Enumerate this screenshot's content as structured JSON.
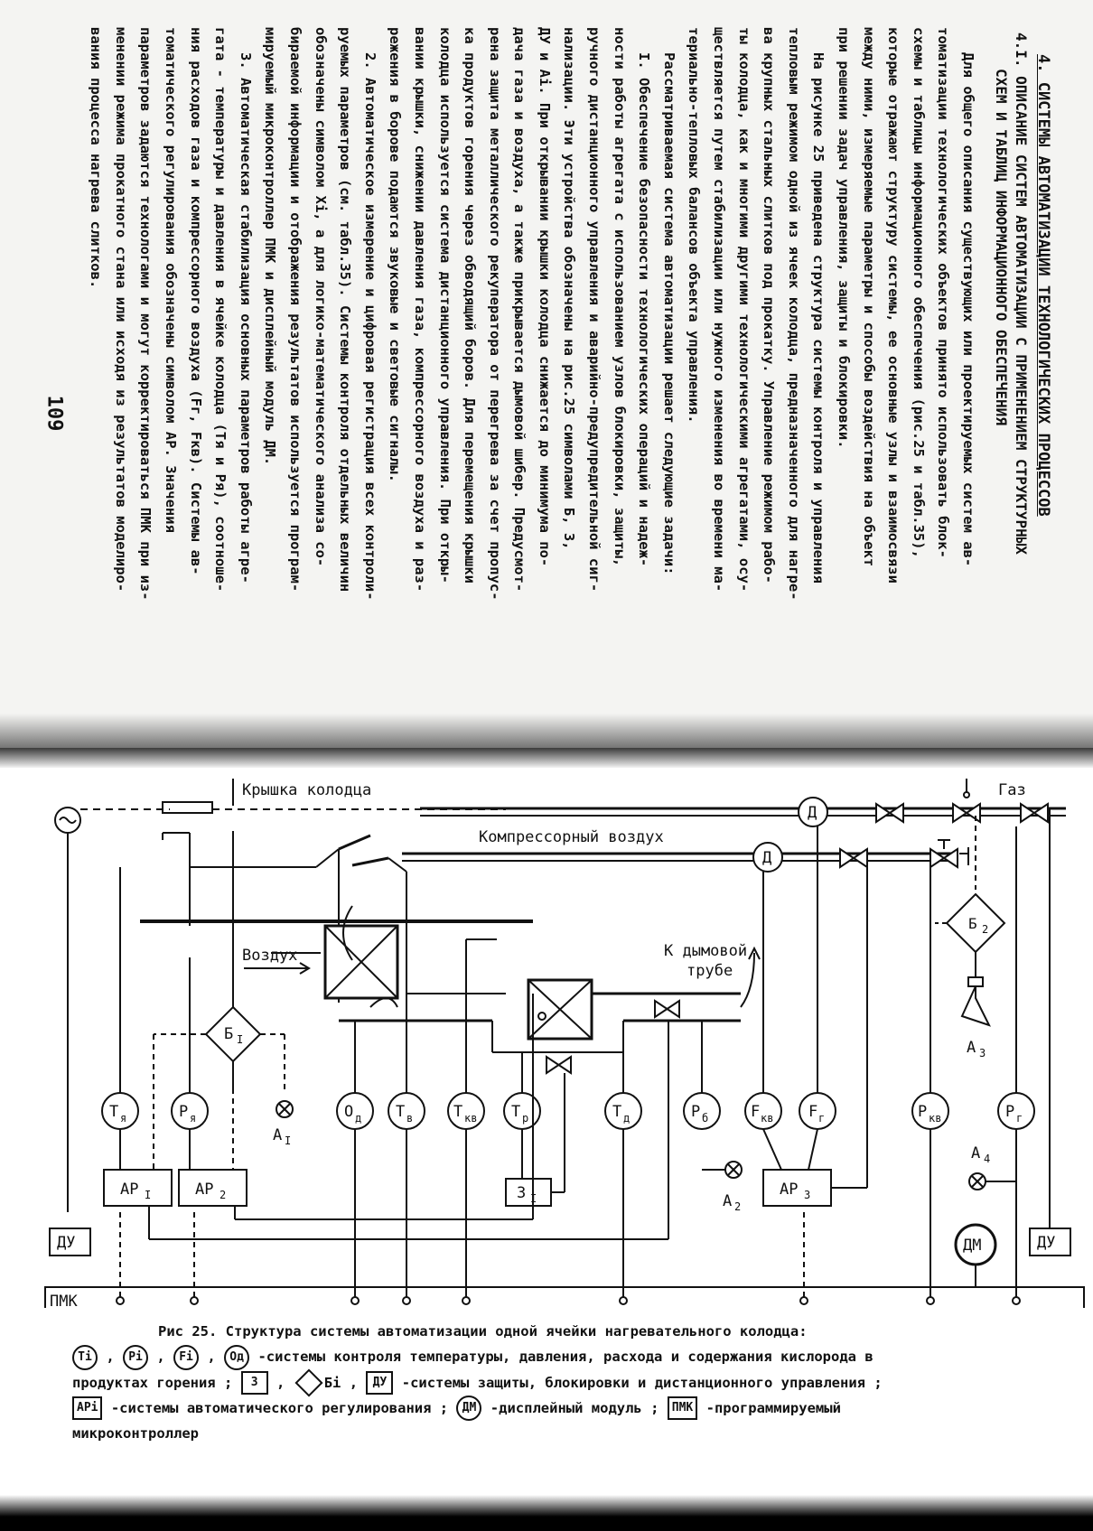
{
  "top_page": {
    "chapter_heading": "4. СИСТЕМЫ АВТОМАТИЗАЦИИ ТЕХНОЛОГИЧЕСКИХ ПРОЦЕССОВ",
    "section_heading_1": "4.I. ОПИСАНИЕ СИСТЕМ АВТОМАТИЗАЦИИ С ПРИМЕНЕНИЕМ СТРУКТУРНЫХ",
    "section_heading_2": "СХЕМ И ТАБЛИЦ ИНФОРМАЦИОННОГО ОБЕСПЕЧЕНИЯ",
    "lines": [
      "Для общего описания существующих или проектируемых систем ав-",
      "томатизации технологических объектов принято использовать блок-",
      "схемы и таблицы информационного обеспечения (рис.25 и табл.35),",
      "которые отражают структуру системы, ее основные узлы и взаимосвязи",
      "между ними, измеряемые параметры и способы воздействия на объект",
      "при решении задач управления, защиты и блокировки.",
      "На рисунке 25 приведена структура системы контроля и управления",
      "тепловым режимом одной из ячеек колодца, предназначенного для нагре-",
      "ва крупных стальных слитков под прокатку. Управление режимом рабо-",
      "ты колодца, как и многими другими технологическими агрегатами, осу-",
      "ществляется путем стабилизации или нужного изменения во времени ма-",
      "териально-тепловых балансов объекта управления.",
      "Рассматриваемая система автоматизации решает следующие задачи:",
      "I. Обеспечение безопасности технологических операций и надеж-",
      "ности работы агрегата с использованием узлов блокировки, защиты,",
      "ручного дистанционного управления и аварийно-предупредительной сиг-",
      "нализации. Эти устройства обозначены на рис.25 символами Б, З,",
      "ДУ и Аi. При открывании крышки колодца снижается до минимума по-",
      "дача газа и воздуха, а также прикрывается дымовой шибер. Предусмот-",
      "рена защита металлического рекуператора от перегрева за счет пропус-",
      "ка продуктов горения через обводящий боров. Для перемещения крышки",
      "колодца используется система дистанционного управления. При откры-",
      "вании крышки, снижении давления газа, компрессорного воздуха и раз-",
      "режения в борове подаются звуковые и световые сигналы.",
      "2. Автоматическое измерение и цифровая регистрация всех контроли-",
      "руемых параметров (см. табл.35). Системы контроля отдельных величин",
      "обозначены символом Хi, а для логико-математического анализа со-",
      "бираемой информации и отображения результатов используется програм-",
      "мируемый микроконтроллер ПМК и дисплейный модуль ДМ.",
      "3. Автоматическая стабилизация основных параметров работы агре-",
      "гата - температуры и давления в ячейке колодца (Тя и Ря), соотноше-",
      "ния расходов газа и компрессорного воздуха (Fг, Fкв). Системы ав-",
      "томатического регулирования обозначены символом АР. Значения",
      "параметров задаются технологами и могут корректироваться ПМК при из-",
      "менении режима прокатного стана или исходя из результатов моделиро-",
      "вания процесса нагрева слитков."
    ],
    "page_number": "109"
  },
  "diagram": {
    "label_lid": "Крышка колодца",
    "label_gas": "Газ",
    "label_compressed_air": "Компрессорный воздух",
    "label_air": "Воздух",
    "label_chimney_1": "К дымовой",
    "label_chimney_2": "трубе",
    "label_D": "Д",
    "label_B1": "Б",
    "label_B1_sub": "I",
    "label_B2": "Б",
    "label_B2_sub": "2",
    "label_A1": "А",
    "label_A1_sub": "I",
    "label_A2": "А",
    "label_A2_sub": "2",
    "label_A3": "А",
    "label_A3_sub": "3",
    "label_A4": "А",
    "label_A4_sub": "4",
    "label_Z1": "З",
    "label_Z1_sub": "I",
    "label_DU": "ДУ",
    "label_DM": "ДМ",
    "label_PMK": "ПМК",
    "label_AR": "АР",
    "label_AR1_sub": "I",
    "label_AR2_sub": "2",
    "label_AR3_sub": "3",
    "sensor_T": "Т",
    "sensor_P": "Р",
    "sensor_O": "О",
    "sensor_F": "F",
    "sub_ya": "я",
    "sub_d": "д",
    "sub_v": "в",
    "sub_kv": "кв",
    "sub_r": "р",
    "sub_b": "б",
    "sub_g": "г"
  },
  "caption": {
    "title": "Рис 25. Структура системы автоматизации одной ячейки нагревательного колодца:",
    "sym_T": "Тi",
    "sym_P": "Рi",
    "sym_F": "Fi",
    "sym_O": "Од",
    "text_1": "-системы контроля температуры, давления, расхода и содержания кислорода в",
    "text_2": "продуктах горения ;",
    "sym_Z": "З",
    "sym_B": "Бi",
    "sym_DU": "ДУ",
    "text_3": "-системы защиты, блокировки и дистанционного управления ;",
    "sym_AR": "АРi",
    "text_4": "-системы автоматического регулирования ;",
    "sym_DM": "ДМ",
    "text_5": "-дисплейный модуль ;",
    "sym_PMK": "ПМК",
    "text_6": "-программируемый",
    "text_7": "микроконтроллер",
    "separator": ","
  }
}
